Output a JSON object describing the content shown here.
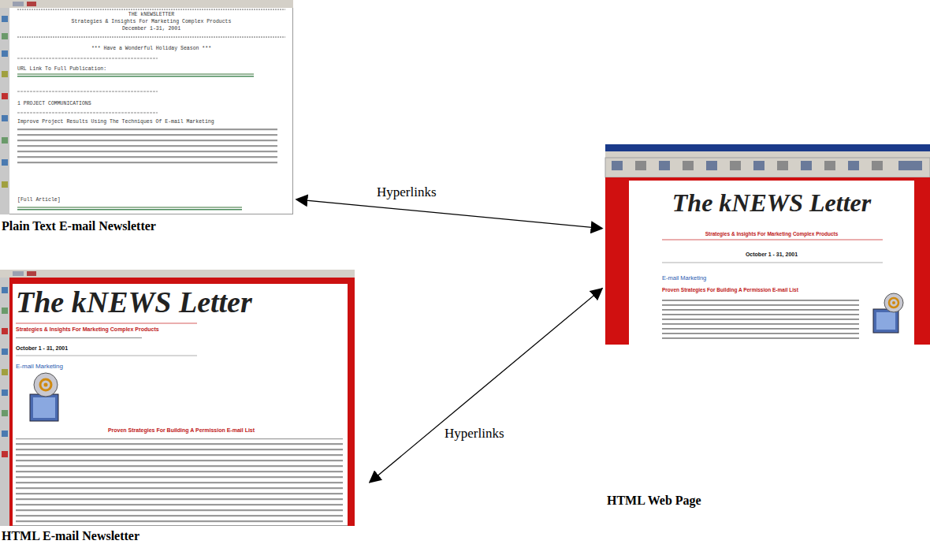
{
  "diagram": {
    "nodes": [
      {
        "text": [
          "Plain Text E-mail Newsletter",
          "THE kNEWSLETTER",
          "Strategies & Insights For Marketing Complex Products",
          "December 1-31, 2001",
          "*** Have a Wonderful Holiday Season ***",
          "URL Link To Full Publication:",
          "1 PROJECT COMMUNICATIONS",
          "Improve Project Results Using The Techniques Of E-mail Marketing",
          "[Full Article]"
        ]
      },
      {
        "text": [
          "HTML Web Page",
          "The kNEWS Letter",
          "Strategies & Insights For Marketing Complex Products",
          "October 1 - 31, 2001",
          "E-mail Marketing",
          "Proven Strategies For Building A Permission E-mail List"
        ]
      },
      {
        "text": [
          "HTML E-mail Newsletter",
          "The kNEWS Letter",
          "Strategies & Insights For Marketing Complex Products",
          "October 1 - 31, 2001",
          "E-mail Marketing",
          "Proven Strategies For Building A Permission E-mail List"
        ]
      }
    ],
    "edges": [
      {
        "from": 0,
        "to": 1,
        "label": "Hyperlinks",
        "arrow": "both"
      },
      {
        "from": 2,
        "to": 1,
        "label": "Hyperlinks",
        "arrow": "both"
      }
    ]
  }
}
